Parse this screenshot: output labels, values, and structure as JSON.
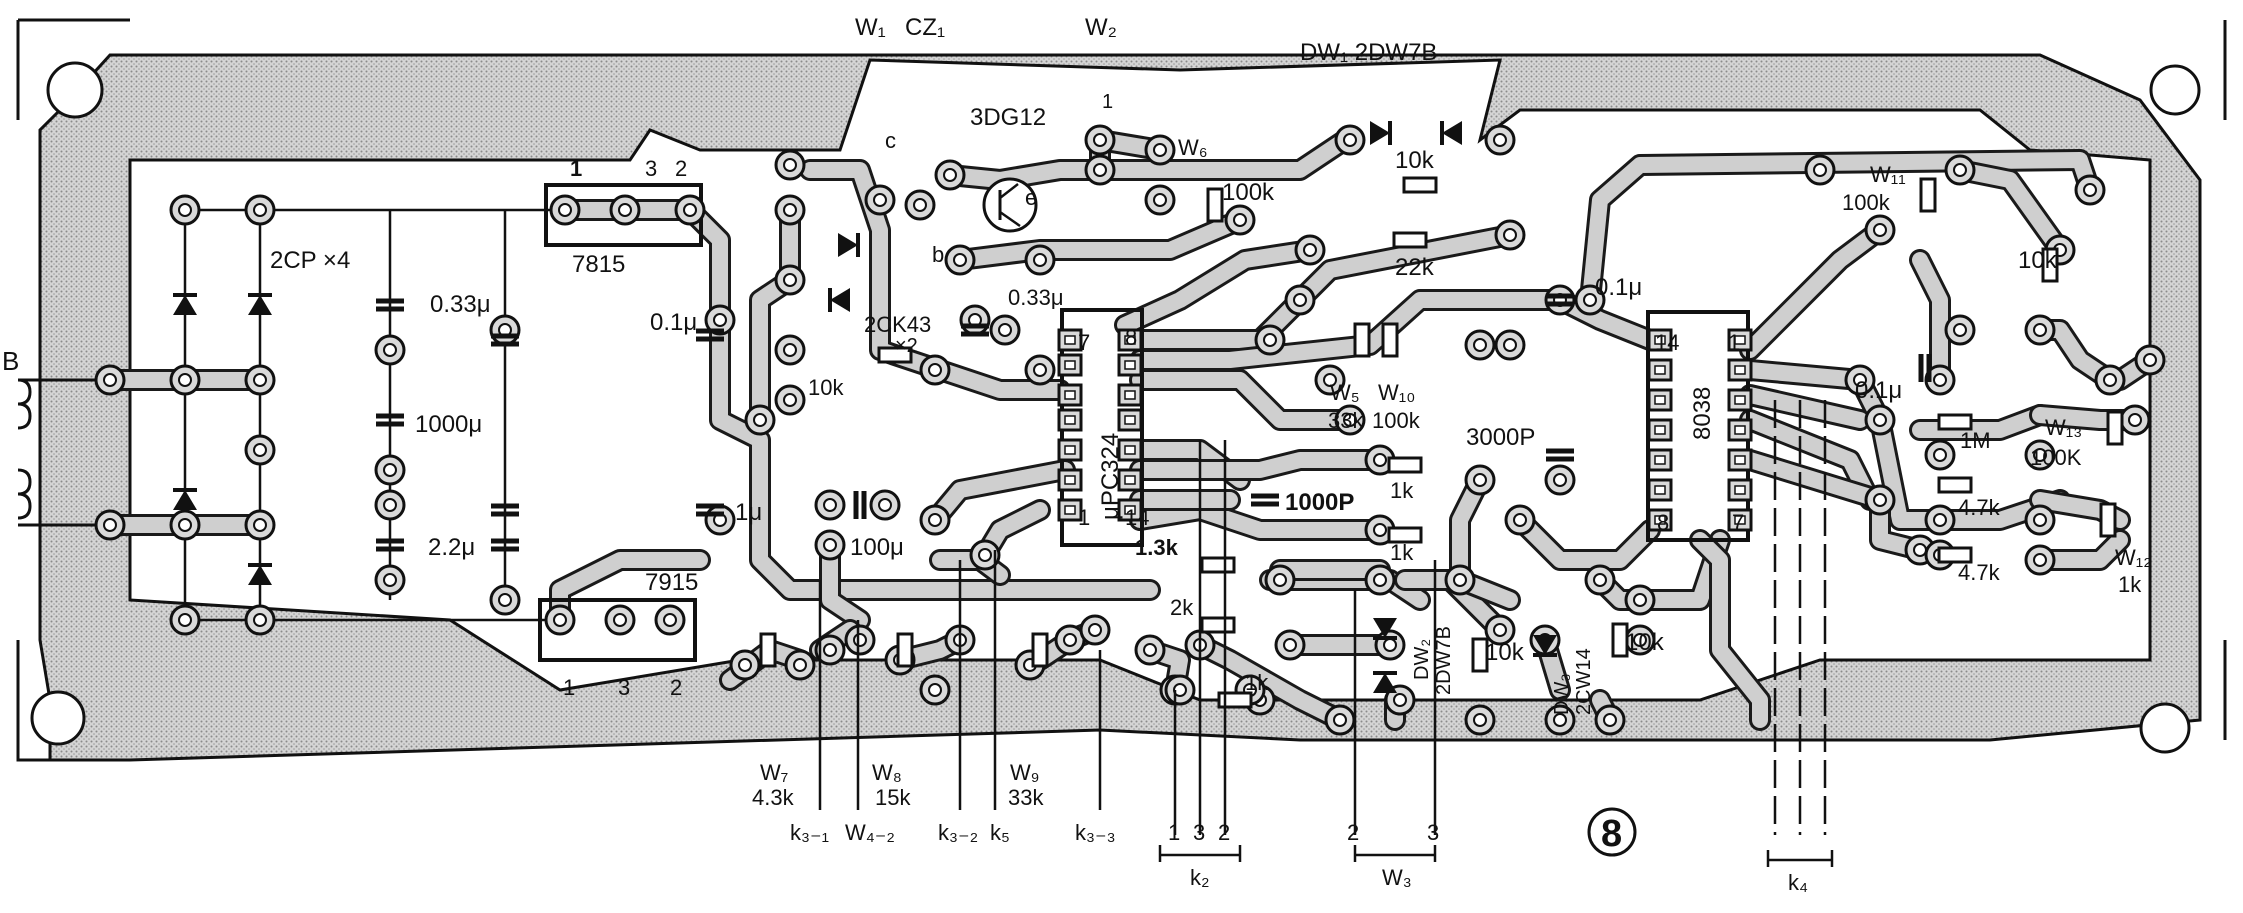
{
  "figure": {
    "number": "8"
  },
  "transformer": {
    "label": "B"
  },
  "bridge": {
    "label": "2CP ×4"
  },
  "capacitors": [
    {
      "id": "c033",
      "label": "0.33μ"
    },
    {
      "id": "c1000",
      "label": "1000μ"
    },
    {
      "id": "c22",
      "label": "2.2μ"
    },
    {
      "id": "c01a",
      "label": "0.1μ"
    },
    {
      "id": "c1u",
      "label": "1μ"
    },
    {
      "id": "c100",
      "label": "100μ"
    },
    {
      "id": "c033b",
      "label": "0.33μ"
    },
    {
      "id": "c1000p",
      "label": "1000P"
    },
    {
      "id": "c3000p",
      "label": "3000P"
    },
    {
      "id": "c01b",
      "label": "0.1μ"
    },
    {
      "id": "c01c",
      "label": "0.1μ"
    }
  ],
  "regulators": [
    {
      "id": "r7815",
      "label": "7815",
      "pins": [
        "1",
        "3",
        "2"
      ]
    },
    {
      "id": "r7915",
      "label": "7915",
      "pins": [
        "1",
        "3",
        "2"
      ]
    }
  ],
  "top_labels": {
    "w1": "W₁",
    "cz1": "CZ₁",
    "w2": "W₂",
    "dw1": "DW₁ 2DW7B",
    "t3dg12": "3DG12",
    "w6": "W₆",
    "pin1": "1",
    "c": "c",
    "e": "e",
    "b": "b"
  },
  "resistors": [
    {
      "id": "r10k_top",
      "label": "10k"
    },
    {
      "id": "r100k_w6",
      "label": "100k"
    },
    {
      "id": "r22k",
      "label": "22k"
    },
    {
      "id": "r10k_left",
      "label": "10k"
    },
    {
      "id": "r1k_a",
      "label": "1k"
    },
    {
      "id": "r1k_b",
      "label": "1k"
    },
    {
      "id": "r13k",
      "label": "1.3k"
    },
    {
      "id": "r2k",
      "label": "2k"
    },
    {
      "id": "r1k_pot",
      "label": "1k"
    },
    {
      "id": "r10k_dw2",
      "label": "10k"
    },
    {
      "id": "r10k_dw3",
      "label": "10k"
    },
    {
      "id": "r10k_right",
      "label": "10k"
    },
    {
      "id": "r1M",
      "label": "1M"
    },
    {
      "id": "r47k_a",
      "label": "4.7k"
    },
    {
      "id": "r47k_b",
      "label": "4.7k"
    }
  ],
  "diodes": {
    "d2ck43": "2CK43",
    "d2ck43_mult": "×2"
  },
  "ics": {
    "upc324": {
      "label": "μPC324",
      "pin7": "7",
      "pin8": "8",
      "pin1": "1",
      "pin14": "14"
    },
    "i8038": {
      "label": "8038",
      "pin14": "14",
      "pin1": "1",
      "pin8": "8",
      "pin7": "7"
    }
  },
  "pots": [
    {
      "id": "w5",
      "name": "W₅",
      "value": "33k"
    },
    {
      "id": "w10",
      "name": "W₁₀",
      "value": "100k"
    },
    {
      "id": "w11",
      "name": "W₁₁",
      "value": "100k"
    },
    {
      "id": "w13",
      "name": "W₁₃",
      "value": "100K"
    },
    {
      "id": "w12",
      "name": "W₁₂",
      "value": "1k"
    },
    {
      "id": "w7",
      "name": "W₇",
      "value": "4.3k"
    },
    {
      "id": "w8",
      "name": "W₈",
      "value": "15k"
    },
    {
      "id": "w9",
      "name": "W₉",
      "value": "33k"
    }
  ],
  "zeners": {
    "dw2": "DW₂",
    "dw2_type": "2DW7B",
    "dw3": "DW₃",
    "dw3_type": "2CW14"
  },
  "bottom_labels": {
    "k31": "k₃₋₁",
    "w42": "W₄₋₂",
    "k32": "k₃₋₂",
    "k5": "k₅",
    "k33": "k₃₋₃",
    "k2_pins": [
      "1",
      "3",
      "2"
    ],
    "k2": "k₂",
    "w3_pins": [
      "2",
      "3"
    ],
    "w3": "W₃",
    "k4": "k₄"
  }
}
